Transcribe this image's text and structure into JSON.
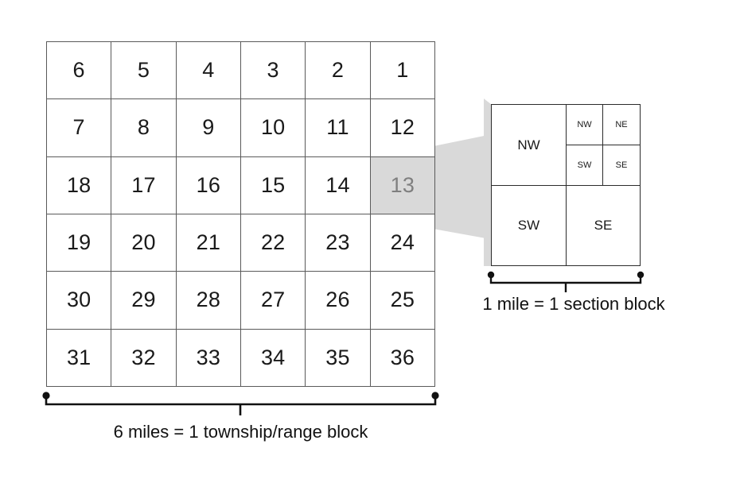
{
  "diagram": {
    "title_text_present": false,
    "colors": {
      "grid_line": "#5a5a5a",
      "detail_line": "#2b2b2b",
      "highlight_fill": "#d9d9d9",
      "highlight_text": "#7f7f7f",
      "connector_fill": "#d9d9d9",
      "text": "#1a1a1a",
      "background": "#ffffff"
    },
    "township": {
      "rows": [
        [
          "6",
          "5",
          "4",
          "3",
          "2",
          "1"
        ],
        [
          "7",
          "8",
          "9",
          "10",
          "11",
          "12"
        ],
        [
          "18",
          "17",
          "16",
          "15",
          "14",
          "13"
        ],
        [
          "19",
          "20",
          "21",
          "22",
          "23",
          "24"
        ],
        [
          "30",
          "29",
          "28",
          "27",
          "26",
          "25"
        ],
        [
          "31",
          "32",
          "33",
          "34",
          "35",
          "36"
        ]
      ],
      "highlighted_section": "13",
      "columns": 6,
      "row_count": 6,
      "caption": "6 miles = 1 township/range block"
    },
    "section_detail": {
      "caption": "1 mile = 1 section block",
      "quadrants": {
        "nw": "NW",
        "sw": "SW",
        "se": "SE"
      },
      "nested_quadrants": {
        "nw": "NW",
        "ne": "NE",
        "sw": "SW",
        "se": "SE"
      }
    }
  }
}
